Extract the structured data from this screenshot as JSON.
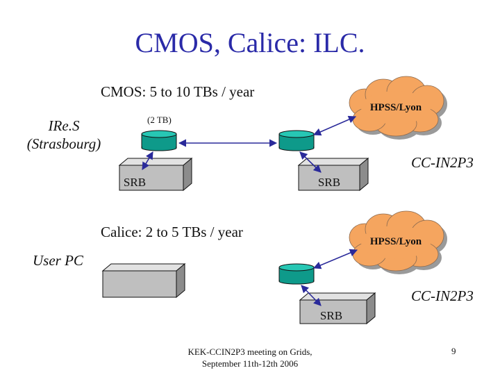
{
  "slide": {
    "title": "CMOS, Calice: ILC.",
    "cmos_label": "CMOS: 5 to 10 TBs / year",
    "calice_label": "Calice: 2 to 5 TBs / year",
    "ires_line1": "IRe.S",
    "ires_line2": "(Strasbourg)",
    "tb_note": "(2 TB)",
    "user_pc": "User PC",
    "ccin2p3_1": "CC-IN2P3",
    "ccin2p3_2": "CC-IN2P3",
    "hpss_1": "HPSS/Lyon",
    "hpss_2": "HPSS/Lyon",
    "srb_1": "SRB",
    "srb_2": "SRB",
    "srb_3": "SRB",
    "footer_line1": "KEK-CCIN2P3 meeting on Grids,",
    "footer_line2": "September 11th-12th 2006",
    "page_number": "9"
  },
  "colors": {
    "title": "#2a2aa8",
    "cloud_fill": "#f5a55f",
    "cloud_shadow": "#9a9a9a",
    "disk_body": "#0e9a8a",
    "disk_top": "#27c7b4",
    "server_front": "#bfbfbf",
    "server_top": "#e2e2e2",
    "server_side": "#8c8c8c",
    "arrow": "#2a2a9a"
  }
}
